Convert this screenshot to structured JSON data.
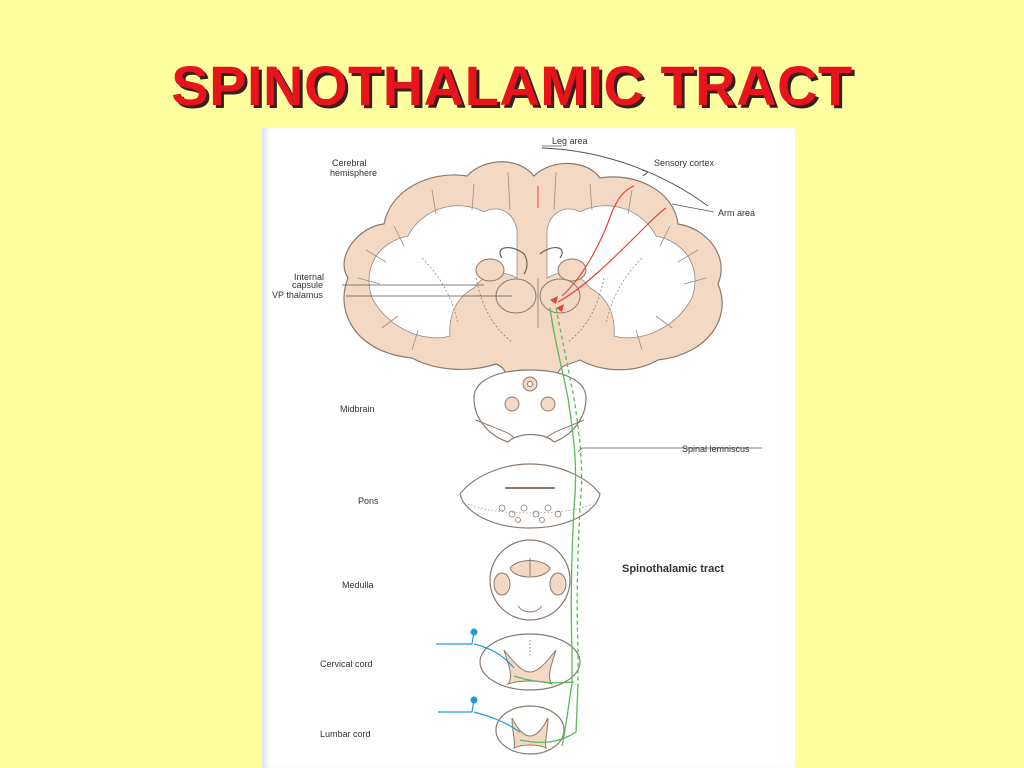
{
  "title": "SPINOTHALAMIC TRACT",
  "labels": {
    "cerebral_line1": "Cerebral",
    "cerebral_line2": "hemisphere",
    "leg_area": "Leg area",
    "sensory_cortex": "Sensory cortex",
    "arm_area": "Arm area",
    "internal_line1": "Internal",
    "internal_line2": "capsule",
    "vp_thalamus": "VP thalamus",
    "midbrain": "Midbrain",
    "spinal_lemniscus": "Spinal lemniscus",
    "pons": "Pons",
    "medulla": "Medulla",
    "spinothalamic_tract": "Spinothalamic tract",
    "cervical_cord": "Cervical cord",
    "lumbar_cord": "Lumbar cord"
  },
  "colors": {
    "title": "#E8141B",
    "background": "#FFFFA0",
    "tissue": "#F3D9C4",
    "tract": "#5CB85C",
    "cortical_path": "#E8433A",
    "sensory_neuron": "#1E9BD7"
  }
}
